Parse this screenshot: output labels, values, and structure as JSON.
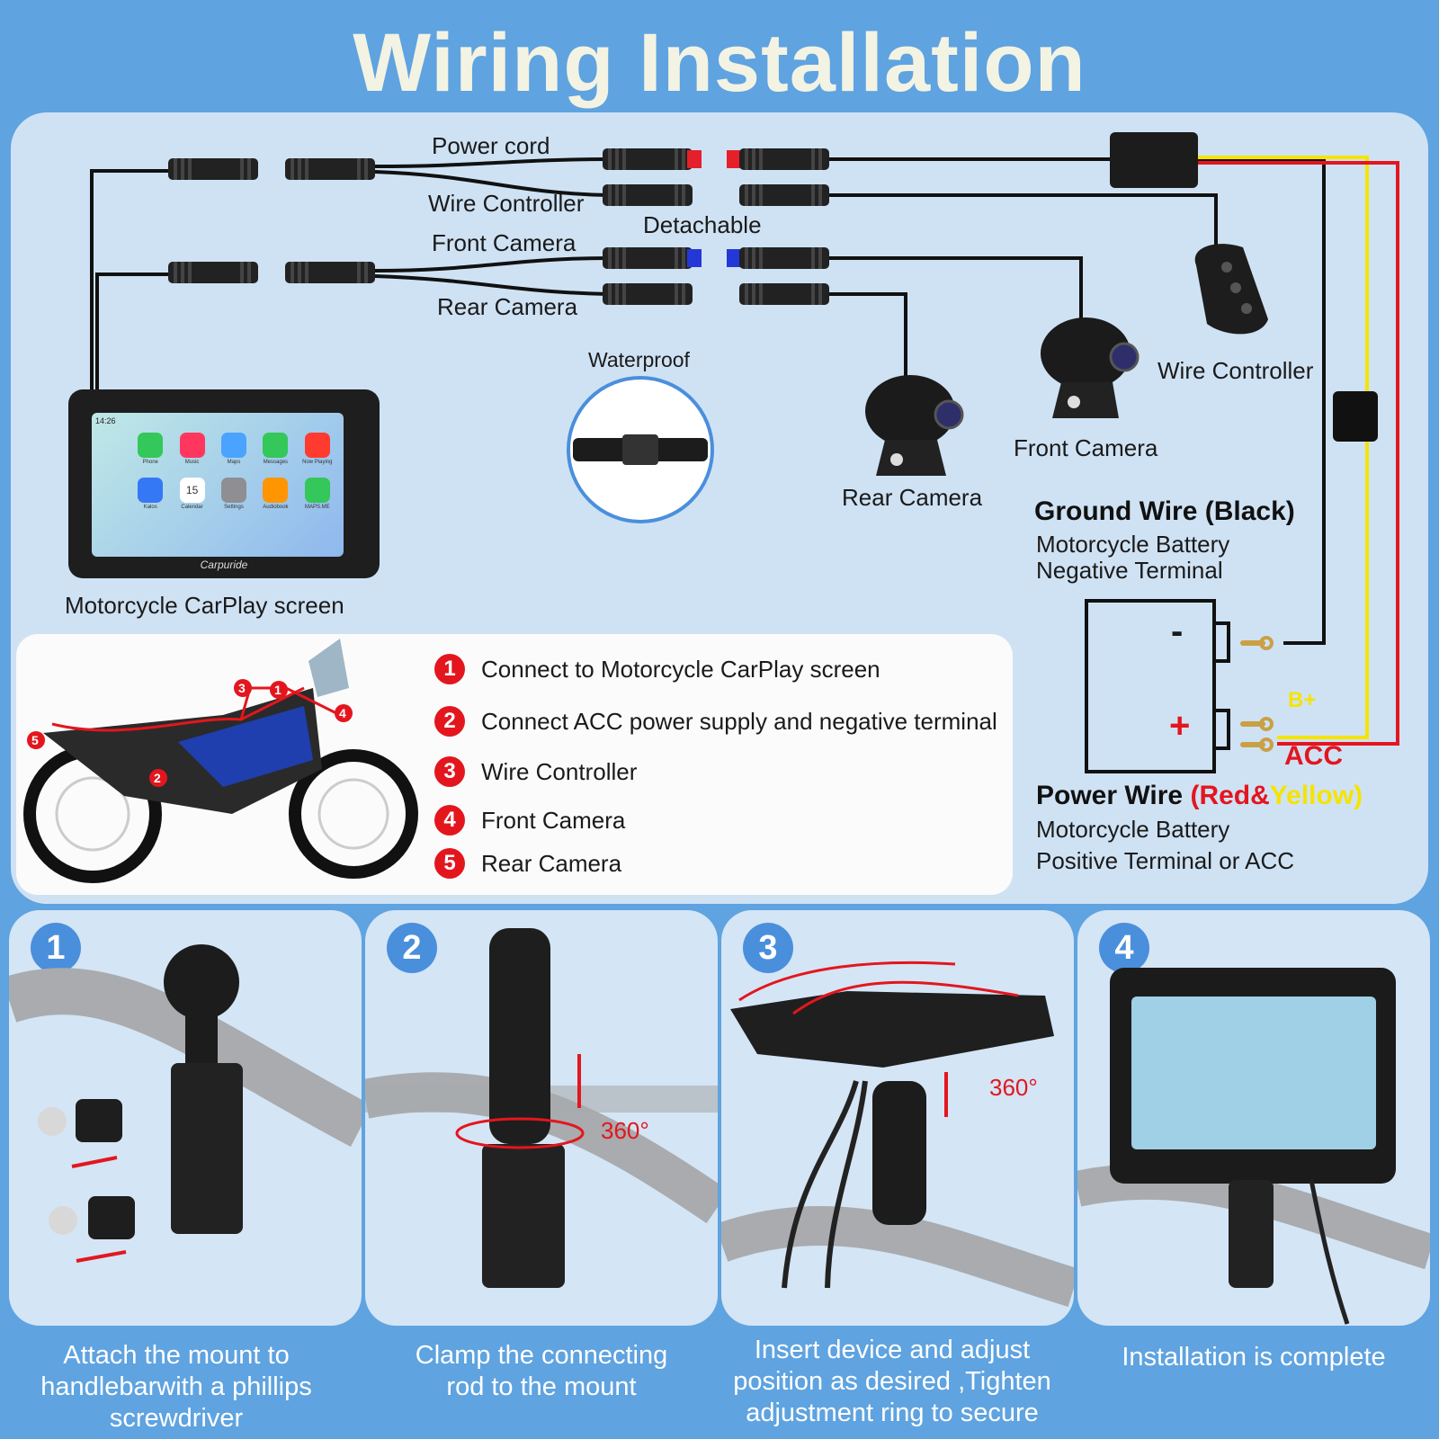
{
  "title": "Wiring Installation",
  "wiring": {
    "power_cord": "Power cord",
    "wire_controller_cable": "Wire Controller",
    "front_camera_cable": "Front Camera",
    "rear_camera_cable": "Rear Camera",
    "detachable": "Detachable",
    "waterproof": "Waterproof",
    "screen_label": "Motorcycle CarPlay screen",
    "rear_camera_label": "Rear Camera",
    "front_camera_label": "Front Camera",
    "wire_controller_label": "Wire Controller",
    "brand": "Carpuride",
    "ground_title": "Ground Wire (Black)",
    "ground_line1": "Motorcycle Battery",
    "ground_line2": "Negative Terminal",
    "minus": "-",
    "plus": "+",
    "b_plus": "B+",
    "acc": "ACC",
    "power_title_a": "Power Wire ",
    "power_title_b": "(Red&",
    "power_title_c": "Yellow)",
    "power_line1": "Motorcycle Battery",
    "power_line2": "Positive Terminal or ACC"
  },
  "screen_apps": [
    "Phone",
    "Music",
    "Maps",
    "Messages",
    "Now Playing",
    "Kalos",
    "Calendar",
    "Settings",
    "Audiobook",
    "MAPS.ME"
  ],
  "screen_time": "14:26",
  "calendar_day": "15",
  "legend": [
    {
      "num": "1",
      "text": "Connect to Motorcycle CarPlay screen"
    },
    {
      "num": "2",
      "text": "Connect ACC power supply and negative terminal"
    },
    {
      "num": "3",
      "text": "Wire Controller"
    },
    {
      "num": "4",
      "text": "Front Camera"
    },
    {
      "num": "5",
      "text": "Rear Camera"
    }
  ],
  "steps": [
    {
      "num": "1",
      "caption_lines": [
        "Attach the mount to",
        "handlebarwith a phillips",
        "screwdriver"
      ]
    },
    {
      "num": "2",
      "caption_lines": [
        "Clamp the connecting",
        "rod to the mount"
      ],
      "angle": "360°"
    },
    {
      "num": "3",
      "caption_lines": [
        "Insert device and adjust",
        "position as desired ,Tighten",
        "adjustment ring  to secure"
      ],
      "angle": "360°"
    },
    {
      "num": "4",
      "caption_lines": [
        "Installation is complete"
      ]
    }
  ],
  "colors": {
    "background": "#5fa3e0",
    "panel": "#cfe2f4",
    "red": "#e3161e",
    "yellow": "#f5e400",
    "title": "#f3f3e3",
    "step_badge": "#4a8fdc"
  }
}
